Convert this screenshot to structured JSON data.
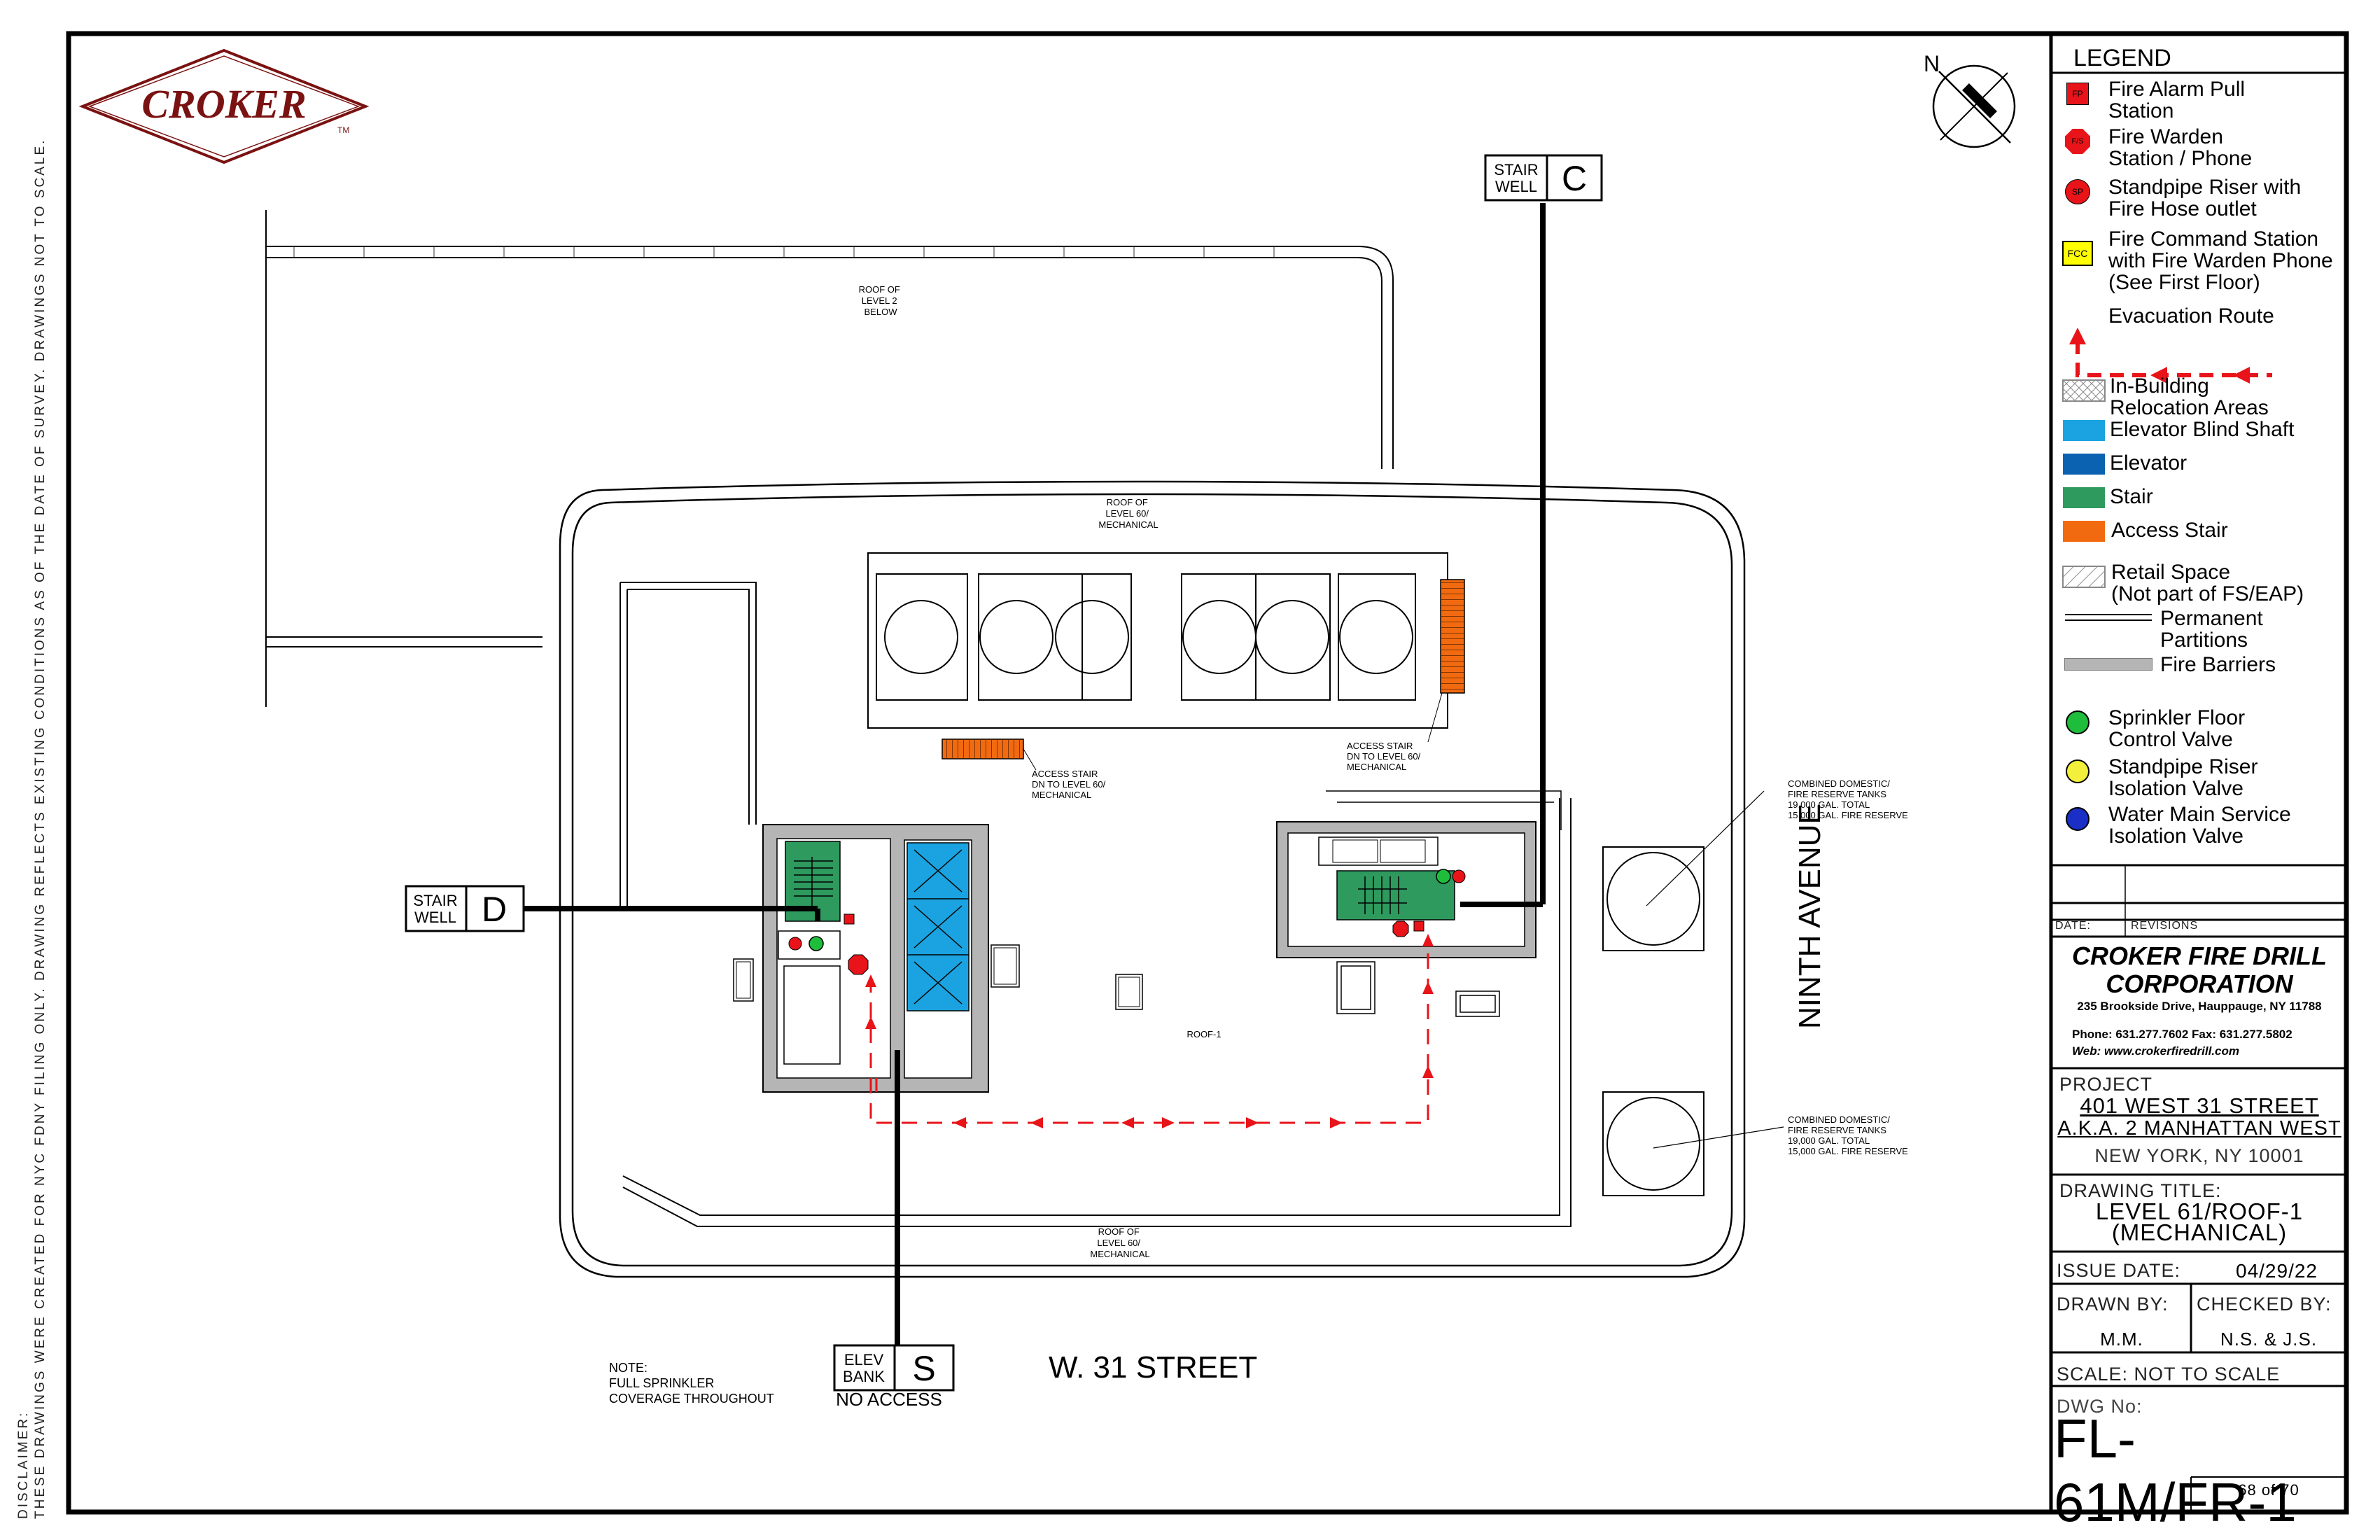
{
  "disclaimer": {
    "line1": "DISCLAIMER:",
    "line2": "THESE DRAWINGS WERE CREATED FOR NYC FDNY FILING ONLY. DRAWING REFLECTS EXISTING CONDITIONS AS OF THE DATE OF SURVEY. DRAWINGS NOT TO SCALE."
  },
  "logo": {
    "text": "CROKER",
    "tm": "TM"
  },
  "north": {
    "label": "N"
  },
  "plan": {
    "stair_c": {
      "top": "STAIR",
      "bottom": "WELL",
      "letter": "C"
    },
    "stair_d": {
      "top": "STAIR",
      "bottom": "WELL",
      "letter": "D"
    },
    "elev_s": {
      "top": "ELEV",
      "bottom": "BANK",
      "letter": "S",
      "note": "NO ACCESS"
    },
    "roof_level2": [
      "ROOF OF",
      "LEVEL 2",
      "BELOW"
    ],
    "roof_level60_top": [
      "ROOF OF",
      "LEVEL 60/",
      "MECHANICAL"
    ],
    "roof_level60_bottom": [
      "ROOF OF",
      "LEVEL 60/",
      "MECHANICAL"
    ],
    "roof1": "ROOF-1",
    "access_stair_left": [
      "ACCESS STAIR",
      "DN TO LEVEL 60/",
      "MECHANICAL"
    ],
    "access_stair_right": [
      "ACCESS STAIR",
      "DN TO LEVEL 60/",
      "MECHANICAL"
    ],
    "tanks_top": [
      "COMBINED DOMESTIC/",
      "FIRE RESERVE TANKS",
      "19,000 GAL. TOTAL",
      "15,000 GAL. FIRE RESERVE"
    ],
    "tanks_bottom": [
      "COMBINED DOMESTIC/",
      "FIRE RESERVE TANKS",
      "19,000 GAL. TOTAL",
      "15,000 GAL. FIRE RESERVE"
    ],
    "street_south": "W. 31 STREET",
    "street_east": "NINTH AVENUE",
    "note": [
      "NOTE:",
      "FULL SPRINKLER",
      "COVERAGE THROUGHOUT"
    ]
  },
  "legend": {
    "title": "LEGEND",
    "items": [
      {
        "label": "Fire Alarm Pull\nStation",
        "icon": "pull-station-icon",
        "code": "FP"
      },
      {
        "label": "Fire Warden\nStation / Phone",
        "icon": "warden-phone-icon",
        "code": "F/S"
      },
      {
        "label": "Standpipe Riser with\nFire Hose outlet",
        "icon": "standpipe-icon",
        "code": "SP"
      },
      {
        "label": "Fire Command Station\nwith Fire Warden Phone\n(See First Floor)",
        "icon": "fcc-icon",
        "code": "FCC"
      },
      {
        "label": "Evacuation  Route",
        "icon": "evacuation-route-icon"
      },
      {
        "label": "In-Building\nRelocation Areas",
        "icon": "relocation-area-icon"
      },
      {
        "label": "Elevator Blind Shaft",
        "icon": "blind-shaft-icon"
      },
      {
        "label": "Elevator",
        "icon": "elevator-icon"
      },
      {
        "label": "Stair",
        "icon": "stair-icon"
      },
      {
        "label": "Access Stair",
        "icon": "access-stair-icon"
      },
      {
        "label": "Retail Space\n(Not part of FS/EAP)",
        "icon": "retail-space-icon"
      },
      {
        "label": "Permanent\nPartitions",
        "icon": "partition-icon"
      },
      {
        "label": "Fire Barriers",
        "icon": "fire-barrier-icon"
      },
      {
        "label": "Sprinkler Floor\nControl Valve",
        "icon": "sprinkler-valve-icon"
      },
      {
        "label": "Standpipe Riser\nIsolation Valve",
        "icon": "standpipe-valve-icon"
      },
      {
        "label": "Water Main Service\nIsolation Valve",
        "icon": "water-main-valve-icon"
      }
    ]
  },
  "colors": {
    "blind_shaft": "#1aa3e0",
    "elevator": "#0a62b0",
    "stair": "#2e9a5e",
    "access_stair": "#f26a10",
    "evac": "#e8141a",
    "barrier": "#b5b5b5",
    "fcc": "#ffff00",
    "logo": "#7a1212"
  },
  "revisions": {
    "date_label": "DATE:",
    "revisions_label": "REVISIONS"
  },
  "company": {
    "name1": "CROKER FIRE DRILL",
    "name2": "CORPORATION",
    "address": "235 Brookside Drive, Hauppauge, NY 11788",
    "phone": "Phone: 631.277.7602  Fax: 631.277.5802",
    "web": "Web: www.crokerfiredrill.com"
  },
  "project": {
    "label": "PROJECT",
    "line1": "401 WEST 31 STREET",
    "line2": "A.K.A. 2 MANHATTAN WEST",
    "line3": "NEW YORK, NY 10001"
  },
  "drawing_title": {
    "label": "DRAWING TITLE:",
    "line1": "LEVEL 61/ROOF-1",
    "line2": "(MECHANICAL)"
  },
  "issue": {
    "label": "ISSUE DATE:",
    "value": "04/29/22"
  },
  "drawn": {
    "label": "DRAWN BY:",
    "value": "M.M."
  },
  "checked": {
    "label": "CHECKED BY:",
    "value": "N.S. & J.S."
  },
  "scale": {
    "text": "SCALE: NOT TO SCALE"
  },
  "dwg": {
    "label": "DWG No:",
    "value": "FL-61M/FR-1"
  },
  "page": {
    "text": "68 of 70"
  }
}
